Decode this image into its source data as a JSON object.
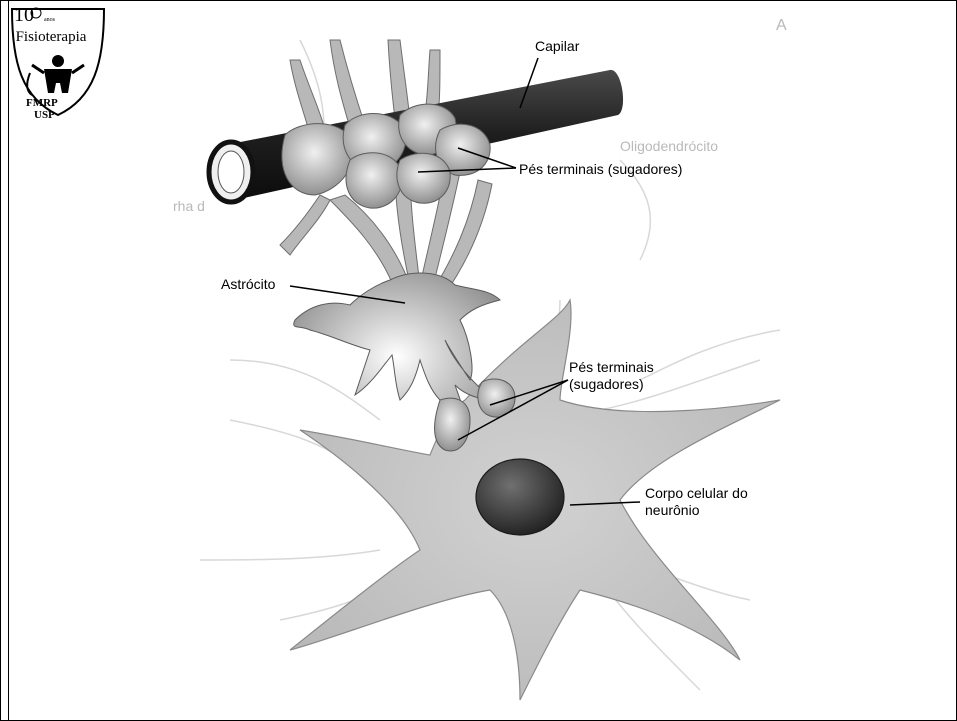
{
  "logo": {
    "number": "10",
    "anos": "anos",
    "program": "Fisioterapia",
    "school": "FMRP",
    "university": "USP"
  },
  "figure_letter": "A",
  "labels": {
    "capillary": "Capilar",
    "end_feet_top": "Pés terminais (sugadores)",
    "astrocyte": "Astrócito",
    "end_feet_mid_line1": "Pés terminais",
    "end_feet_mid_line2": "(sugadores)",
    "neuron_body_line1": "Corpo celular do",
    "neuron_body_line2": "neurônio"
  },
  "faint_labels": {
    "oligodendrocyte": "Oligodendrócito",
    "left_fragment": "rha d"
  },
  "colors": {
    "capillary": "#2a2a2a",
    "cell_fill": "#c4c4c4",
    "nucleus": "#3c3c3c",
    "ink": "#000000"
  }
}
